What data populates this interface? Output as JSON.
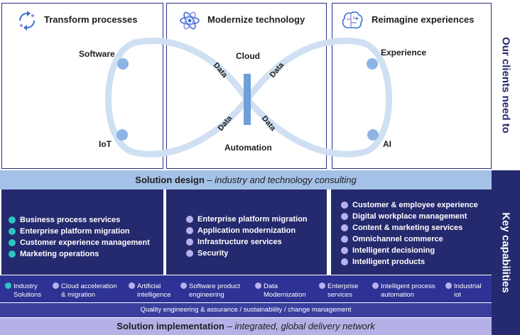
{
  "panels": [
    {
      "title": "Transform processes",
      "icon": "refresh-cycle-icon"
    },
    {
      "title": "Modernize technology",
      "icon": "atom-icon"
    },
    {
      "title": "Reimagine experiences",
      "icon": "brain-icon"
    }
  ],
  "diagram": {
    "nodes": [
      "Software",
      "IoT",
      "Cloud",
      "Automation",
      "Experience",
      "AI"
    ],
    "flow_label": "Data"
  },
  "side": {
    "top_label": "Our clients need to",
    "bottom_label": "Key capabilities"
  },
  "solution_design": {
    "bold": "Solution design",
    "rest": " – industry and technology consulting"
  },
  "capabilities": {
    "col1": [
      "Business process services",
      "Enterprise platform migration",
      "Customer experience management",
      "Marketing operations"
    ],
    "col2": [
      "Enterprise platform migration",
      "Application modernization",
      "Infrastructure services",
      "Security"
    ],
    "col3": [
      "Customer & employee experience",
      "Digital workplace management",
      "Content & marketing services",
      "Omnichannel commerce",
      "Intelligent decisioning",
      "Intelligent products"
    ]
  },
  "strip": [
    {
      "l1": "Industry",
      "l2": "Solutions"
    },
    {
      "l1": "Cloud acceleration",
      "l2": "& migration"
    },
    {
      "l1": "Artificial",
      "l2": "intelligence"
    },
    {
      "l1": "Software product",
      "l2": "engineering"
    },
    {
      "l1": "Data",
      "l2": "Modernization"
    },
    {
      "l1": "Enterprise",
      "l2": "services"
    },
    {
      "l1": "Intelligent process",
      "l2": "automation"
    },
    {
      "l1": "Industrial",
      "l2": "iot"
    }
  ],
  "quality": "Quality engineering & assurance / sustainability / change management",
  "solution_impl": {
    "bold": "Solution implementation",
    "rest": " – integrated, global delivery network"
  },
  "colors": {
    "navy": "#25296d",
    "teal": "#2ec4c4",
    "lavender": "#b7b2ee",
    "loop": "#cfe0f2",
    "node": "#8db4e4",
    "bar": "#6f9fd8"
  }
}
